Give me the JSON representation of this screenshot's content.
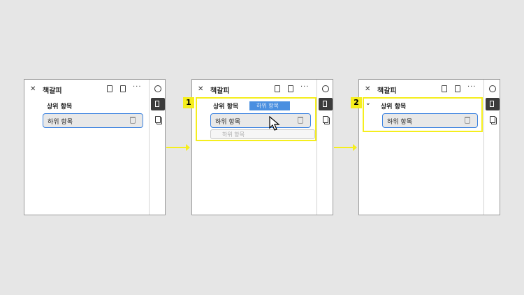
{
  "panel": {
    "close_icon": "close-icon",
    "title": "책갈피",
    "parent_item": "상위 항목",
    "child_item": "하위 항목"
  },
  "steps": [
    {
      "label": "1"
    },
    {
      "label": "2"
    }
  ],
  "drag": {
    "ghost_label": "하위 항목",
    "ghost_outline_label": "하위 항목"
  },
  "colors": {
    "highlight": "#f5ee1e",
    "selection": "#3b82e0"
  }
}
